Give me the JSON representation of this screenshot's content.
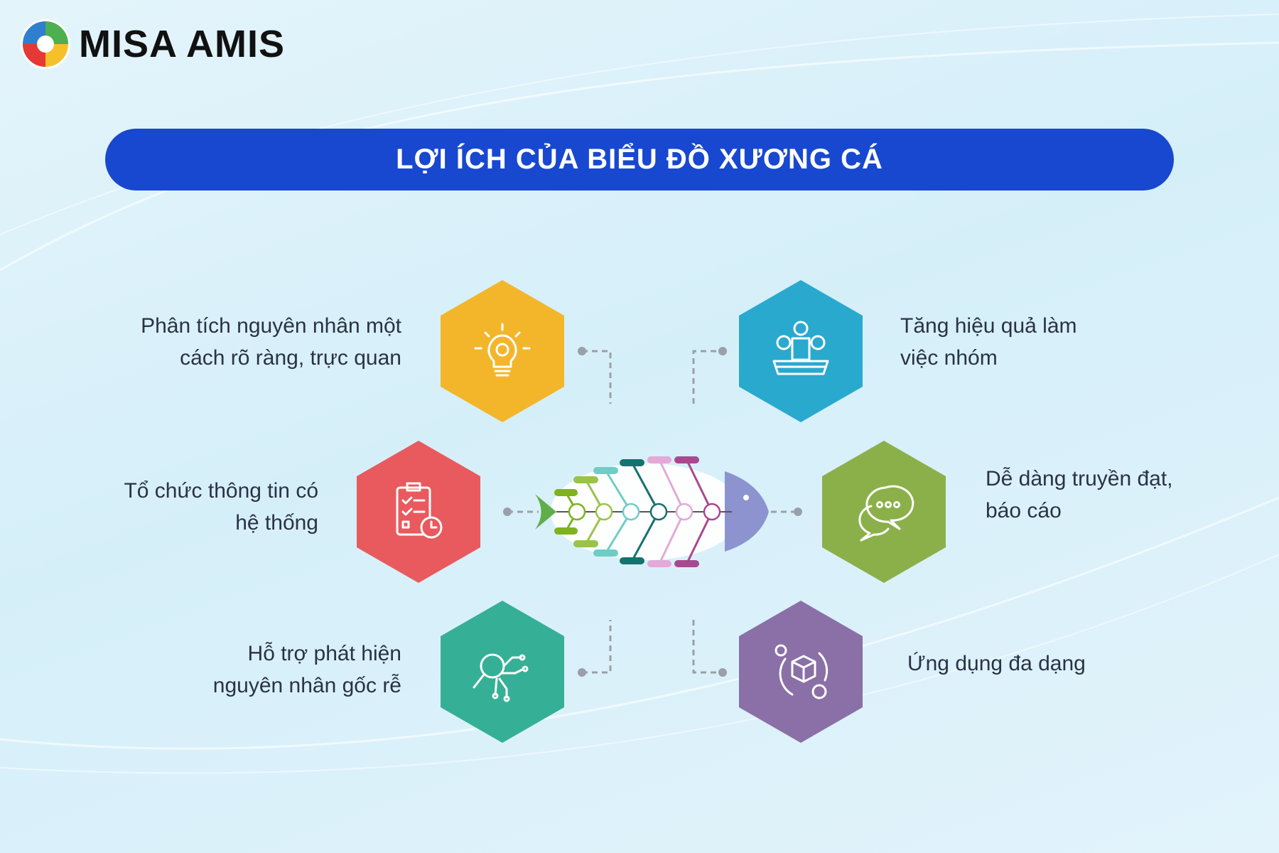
{
  "logo": {
    "text": "MISA AMIS"
  },
  "title": "LỢI ÍCH CỦA BIỂU ĐỒ XƯƠNG CÁ",
  "benefits": [
    {
      "lines": [
        "Phân tích nguyên nhân một",
        "cách rõ ràng, trực quan"
      ],
      "icon": "lightbulb-gear-icon",
      "color": "#F3B62B"
    },
    {
      "lines": [
        "Tăng hiệu quả làm",
        "việc nhóm"
      ],
      "icon": "team-meeting-icon",
      "color": "#2AA9CF"
    },
    {
      "lines": [
        "Tổ chức thông tin có",
        "hệ thống"
      ],
      "icon": "checklist-clock-icon",
      "color": "#E85A5E"
    },
    {
      "lines": [
        "Dễ dàng truyền đạt,",
        "báo cáo"
      ],
      "icon": "chat-bubbles-icon",
      "color": "#8BB04A"
    },
    {
      "lines": [
        "Hỗ trợ phát hiện",
        "nguyên nhân gốc rễ"
      ],
      "icon": "magnifier-network-icon",
      "color": "#35B096"
    },
    {
      "lines": [
        "Ứng dụng đa dạng"
      ],
      "icon": "box-cycle-gear-icon",
      "color": "#8A70A6"
    }
  ],
  "fish_colors": [
    "#7fb21e",
    "#9bc24a",
    "#6fcdc6",
    "#17716f",
    "#e3a9d8",
    "#a9488f"
  ]
}
